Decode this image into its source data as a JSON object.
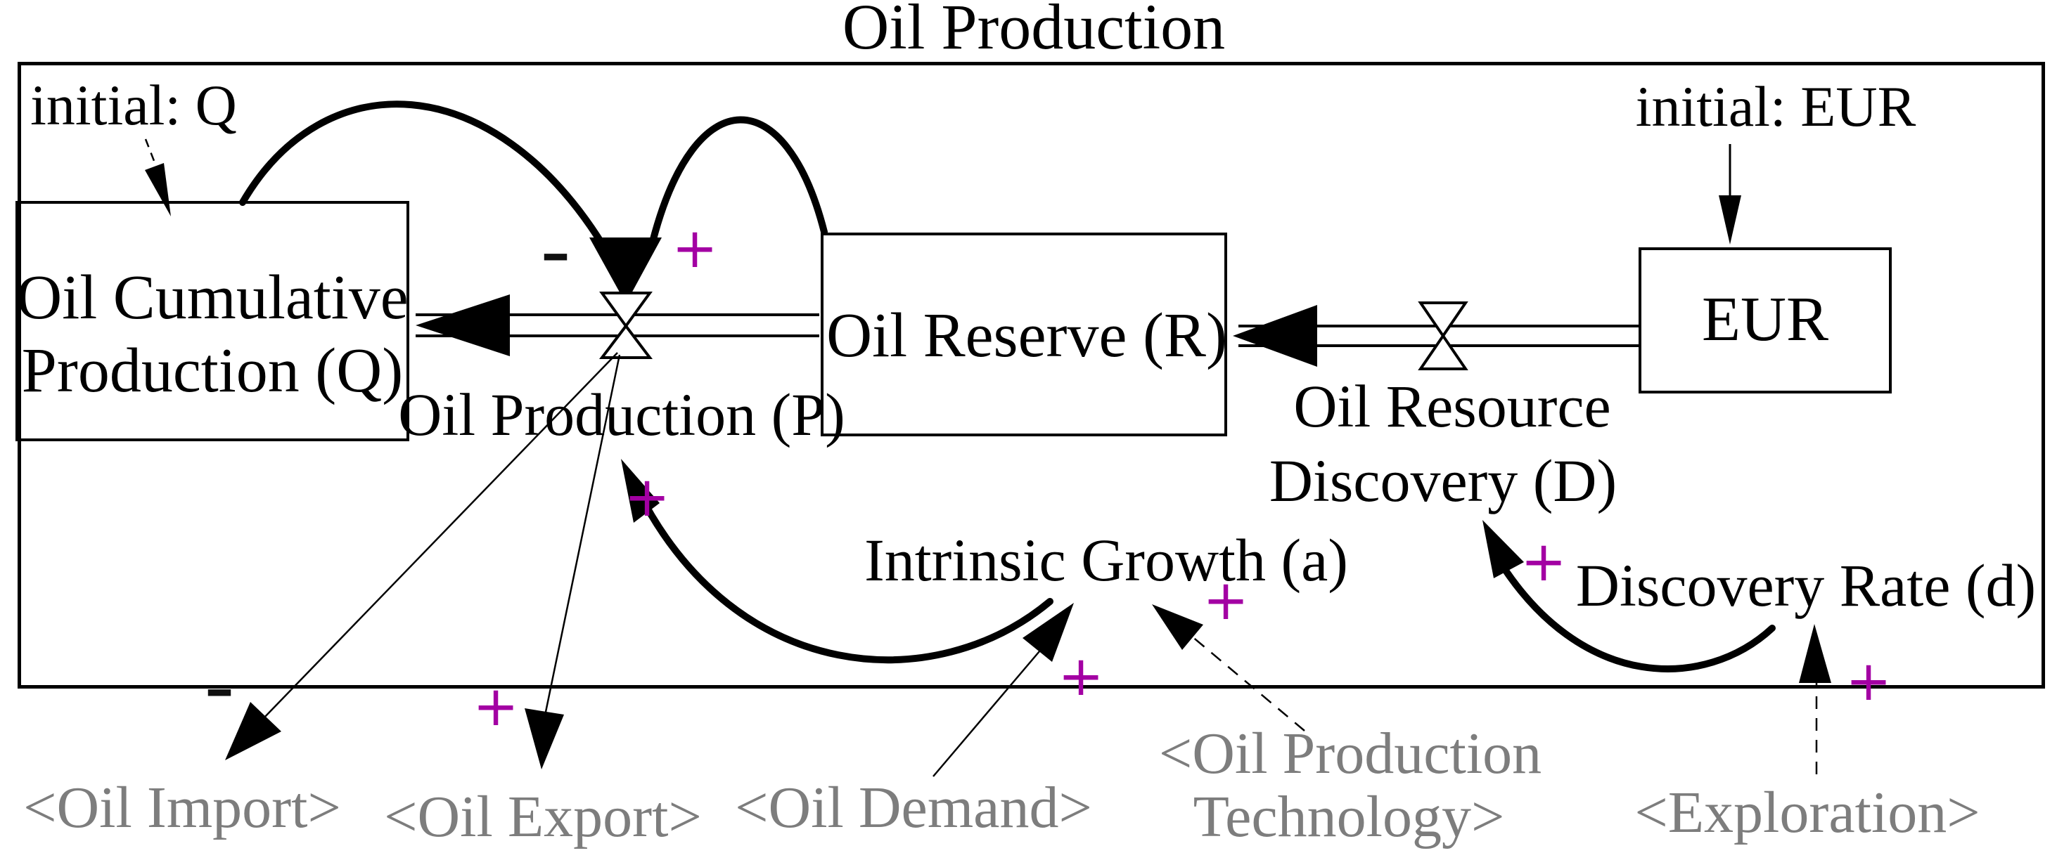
{
  "labels": {
    "title": "Oil Production",
    "initial_q": "initial: Q",
    "initial_eur": "initial: EUR",
    "stock_q_line1": "Oil Cumulative",
    "stock_q_line2": "Production (Q)",
    "stock_r": "Oil Reserve (R)",
    "stock_eur": "EUR",
    "flow_p": "Oil Production (P)",
    "flow_d_line1": "Oil Resource",
    "flow_d_line2": "Discovery (D)",
    "aux_a": "Intrinsic Growth (a)",
    "aux_d": "Discovery Rate (d)"
  },
  "shadow_variables": {
    "import": "<Oil Import>",
    "export": "<Oil Export>",
    "demand": "<Oil Demand>",
    "tech_line1": "<Oil Production",
    "tech_line2": "Technology>",
    "exploration": "<Exploration>"
  },
  "polarity_signs": {
    "q_to_production": "-",
    "reserve_to_production": "+",
    "growth_to_production": "+",
    "production_to_import": "-",
    "production_to_export": "+",
    "demand_to_growth": "+",
    "tech_to_growth": "+",
    "rate_to_discovery": "+",
    "exploration_to_rate": "+"
  },
  "colors": {
    "line": "#000000",
    "shadow_text": "#7d7d7d",
    "plus": "#a300a3",
    "minus": "#101010",
    "background": "#ffffff"
  }
}
